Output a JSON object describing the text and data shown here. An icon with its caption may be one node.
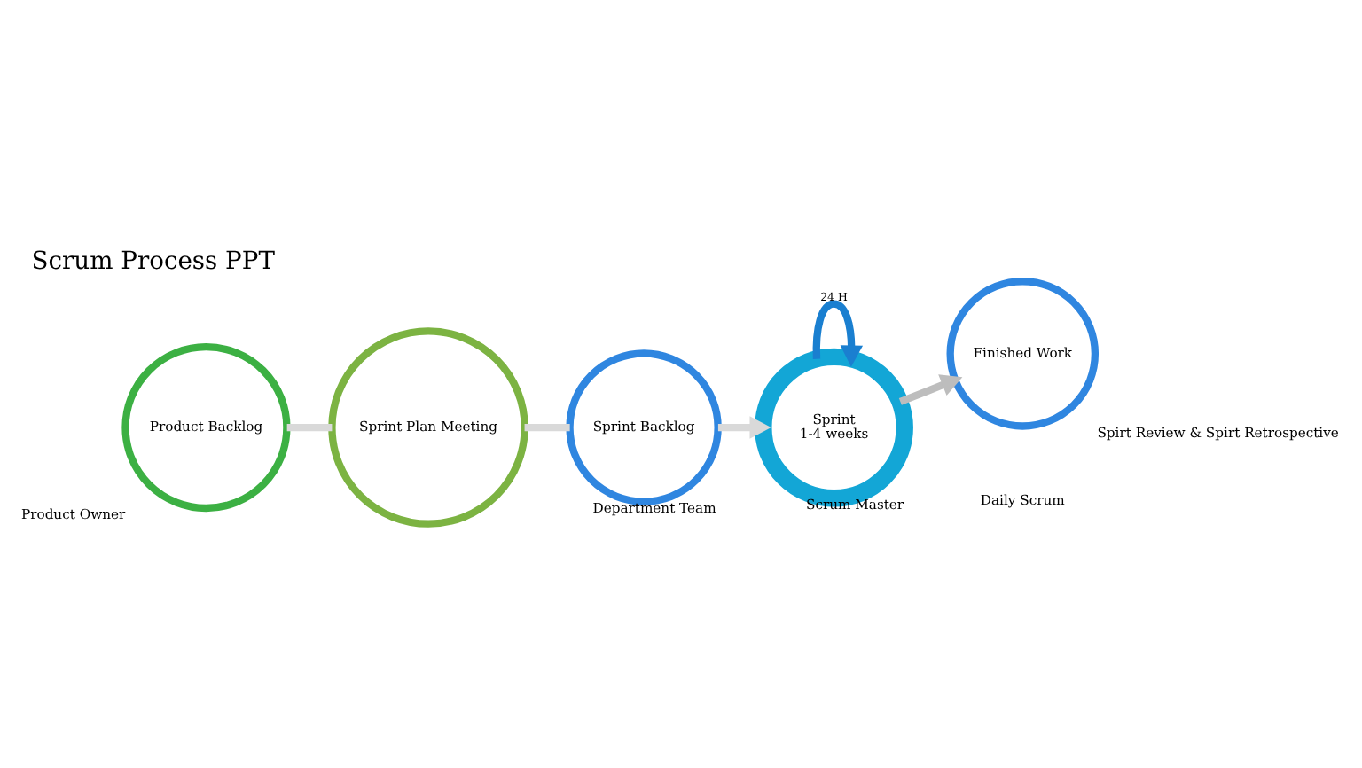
{
  "diagram": {
    "title": "Scrum Process PPT",
    "nodes": [
      {
        "text": [
          "Product Backlog"
        ],
        "beside": [
          "Product Owner"
        ]
      },
      {
        "text": [
          "Sprint Plan Meeting"
        ]
      },
      {
        "text": [
          "Sprint Backlog"
        ],
        "beside": [
          "Department Team"
        ]
      },
      {
        "text": [
          "Sprint",
          "1-4 weeks"
        ],
        "beside": [
          "Scrum Master"
        ]
      },
      {
        "text": [
          "Finished Work"
        ],
        "beside": [
          "Spirt Review & Spirt Retrospective"
        ]
      }
    ],
    "edges": [
      {
        "from": 0,
        "to": 1,
        "arrow": "none",
        "color": "#d9d9d9"
      },
      {
        "from": 1,
        "to": 2,
        "arrow": "none",
        "color": "#d9d9d9"
      },
      {
        "from": 2,
        "to": 3,
        "arrow": "to",
        "color": "#d9d9d9"
      },
      {
        "from": 3,
        "to": 3,
        "arrow": "to",
        "label": "24 H",
        "color": "#1a7fd0"
      },
      {
        "from": 3,
        "to": 4,
        "arrow": "to",
        "color": "#bdbdbd"
      }
    ],
    "labels": [
      "Daily Scrum"
    ]
  }
}
